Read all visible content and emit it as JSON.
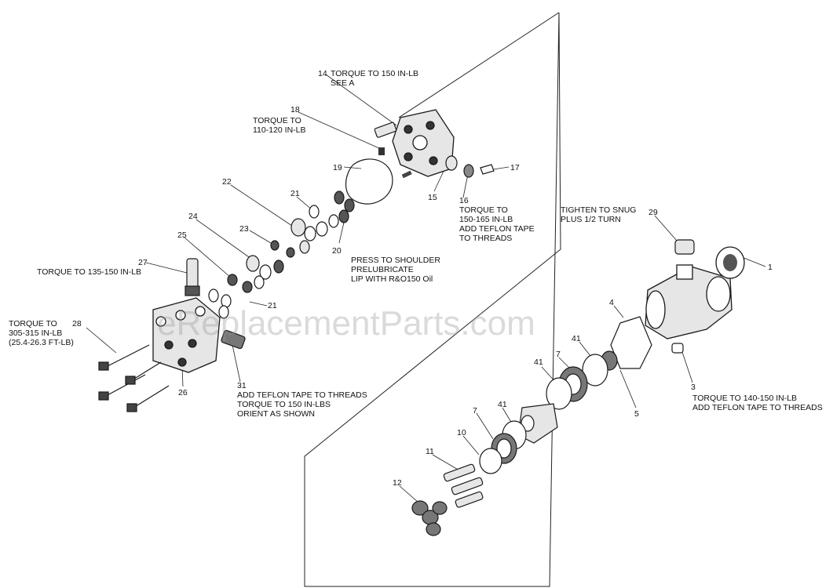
{
  "watermark": "eReplacementParts.com",
  "callouts": [
    {
      "id": "p14",
      "number": "14",
      "text": "TORQUE TO 150 IN-LB\nSEE A"
    },
    {
      "id": "p18",
      "number": "18",
      "text": "TORQUE TO\n110-120 IN-LB"
    },
    {
      "id": "p19",
      "number": "19",
      "text": ""
    },
    {
      "id": "p17",
      "number": "17",
      "text": ""
    },
    {
      "id": "p15",
      "number": "15",
      "text": ""
    },
    {
      "id": "p16",
      "number": "16",
      "text": "TORQUE TO\n150-165 IN-LB\nADD TEFLON TAPE\nTO THREADS"
    },
    {
      "id": "p22",
      "number": "22",
      "text": ""
    },
    {
      "id": "p21a",
      "number": "21",
      "text": ""
    },
    {
      "id": "p24",
      "number": "24",
      "text": ""
    },
    {
      "id": "p23",
      "number": "23",
      "text": ""
    },
    {
      "id": "p20",
      "number": "20",
      "text": "PRESS TO SHOULDER\nPRELUBRICATE\nLIP WITH R&O150 Oil"
    },
    {
      "id": "p25",
      "number": "25",
      "text": ""
    },
    {
      "id": "p27",
      "number": "27",
      "text": "TORQUE TO 135-150 IN-LB"
    },
    {
      "id": "p21b",
      "number": "21",
      "text": ""
    },
    {
      "id": "p28",
      "number": "28",
      "text": "TORQUE TO\n305-315 IN-LB\n(25.4-26.3 FT-LB)"
    },
    {
      "id": "p26",
      "number": "26",
      "text": ""
    },
    {
      "id": "p31",
      "number": "31",
      "text": "ADD TEFLON TAPE TO THREADS\nTORQUE TO 150 IN-LBS\nORIENT AS SHOWN"
    },
    {
      "id": "p29",
      "number": "29",
      "text": "TIGHTEN TO SNUG\nPLUS 1/2 TURN"
    },
    {
      "id": "p1",
      "number": "1",
      "text": ""
    },
    {
      "id": "p4",
      "number": "4",
      "text": ""
    },
    {
      "id": "p41a",
      "number": "41",
      "text": ""
    },
    {
      "id": "p7a",
      "number": "7",
      "text": ""
    },
    {
      "id": "p41b",
      "number": "41",
      "text": ""
    },
    {
      "id": "p5",
      "number": "5",
      "text": ""
    },
    {
      "id": "p3",
      "number": "3",
      "text": "TORQUE TO 140-150 IN-LB\nADD TEFLON TAPE TO THREADS"
    },
    {
      "id": "p7b",
      "number": "7",
      "text": ""
    },
    {
      "id": "p41c",
      "number": "41",
      "text": ""
    },
    {
      "id": "p10",
      "number": "10",
      "text": ""
    },
    {
      "id": "p11",
      "number": "11",
      "text": ""
    },
    {
      "id": "p12",
      "number": "12",
      "text": ""
    }
  ],
  "colors": {
    "line": "#1a1a1a",
    "part_fill": "#e6e6e6",
    "dark": "#333333",
    "watermark": "#969696"
  }
}
